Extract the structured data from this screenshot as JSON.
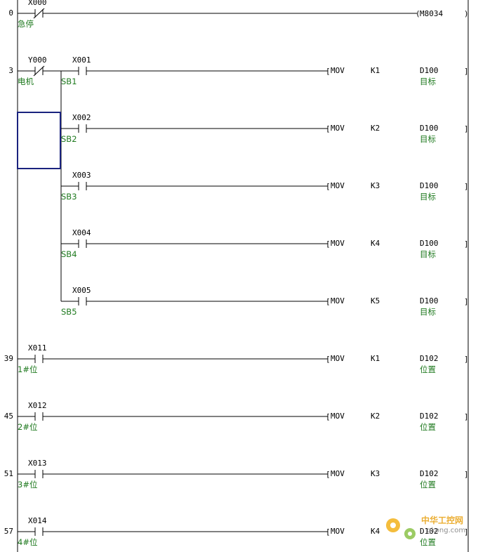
{
  "rungs": [
    {
      "step": "0",
      "contacts": [
        {
          "addr": "X000",
          "type": "nc",
          "comment": "急停"
        }
      ],
      "coil": "M8034"
    },
    {
      "step": "3",
      "contacts": [
        {
          "addr": "Y000",
          "type": "nc",
          "comment": "电机"
        },
        {
          "addr": "X001",
          "type": "no",
          "comment": "SB1"
        }
      ],
      "instr": {
        "op": "MOV",
        "src": "K1",
        "dst": "D100",
        "dst_comment": "目标"
      }
    },
    {
      "step": "",
      "contacts": [
        {
          "addr": "X002",
          "type": "no",
          "comment": "SB2"
        }
      ],
      "instr": {
        "op": "MOV",
        "src": "K2",
        "dst": "D100",
        "dst_comment": "目标"
      }
    },
    {
      "step": "",
      "contacts": [
        {
          "addr": "X003",
          "type": "no",
          "comment": "SB3"
        }
      ],
      "instr": {
        "op": "MOV",
        "src": "K3",
        "dst": "D100",
        "dst_comment": "目标"
      }
    },
    {
      "step": "",
      "contacts": [
        {
          "addr": "X004",
          "type": "no",
          "comment": "SB4"
        }
      ],
      "instr": {
        "op": "MOV",
        "src": "K4",
        "dst": "D100",
        "dst_comment": "目标"
      }
    },
    {
      "step": "",
      "contacts": [
        {
          "addr": "X005",
          "type": "no",
          "comment": "SB5"
        }
      ],
      "instr": {
        "op": "MOV",
        "src": "K5",
        "dst": "D100",
        "dst_comment": "目标"
      }
    },
    {
      "step": "39",
      "contacts": [
        {
          "addr": "X011",
          "type": "no",
          "comment": "1#位"
        }
      ],
      "instr": {
        "op": "MOV",
        "src": "K1",
        "dst": "D102",
        "dst_comment": "位置"
      }
    },
    {
      "step": "45",
      "contacts": [
        {
          "addr": "X012",
          "type": "no",
          "comment": "2#位"
        }
      ],
      "instr": {
        "op": "MOV",
        "src": "K2",
        "dst": "D102",
        "dst_comment": "位置"
      }
    },
    {
      "step": "51",
      "contacts": [
        {
          "addr": "X013",
          "type": "no",
          "comment": "3#位"
        }
      ],
      "instr": {
        "op": "MOV",
        "src": "K3",
        "dst": "D102",
        "dst_comment": "位置"
      }
    },
    {
      "step": "57",
      "contacts": [
        {
          "addr": "X014",
          "type": "no",
          "comment": "4#位"
        }
      ],
      "instr": {
        "op": "MOV",
        "src": "K4",
        "dst": "D102",
        "dst_comment": "位置"
      }
    }
  ],
  "watermark": {
    "line1": "中华工控网",
    "line2": "gkong.com"
  },
  "colors": {
    "comment": "#1f7a1f",
    "wire": "#000000",
    "cursor": "#1a237e",
    "watermark": "#e8a010"
  }
}
